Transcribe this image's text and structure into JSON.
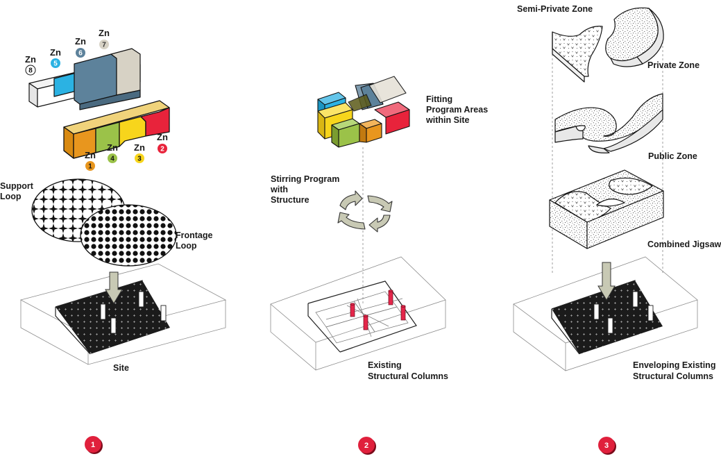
{
  "zones": [
    {
      "key": "zone-1",
      "prefix": "Zn",
      "number": "1",
      "color": "#e8961e"
    },
    {
      "key": "zone-2",
      "prefix": "Zn",
      "number": "2",
      "color": "#e8233b"
    },
    {
      "key": "zone-3",
      "prefix": "Zn",
      "number": "3",
      "color": "#f7d51c"
    },
    {
      "key": "zone-4",
      "prefix": "Zn",
      "number": "4",
      "color": "#9bc249"
    },
    {
      "key": "zone-5",
      "prefix": "Zn",
      "number": "5",
      "color": "#2bb2e3"
    },
    {
      "key": "zone-6",
      "prefix": "Zn",
      "number": "6",
      "color": "#5d829b"
    },
    {
      "key": "zone-7",
      "prefix": "Zn",
      "number": "7",
      "color": "#d7d2c5"
    },
    {
      "key": "zone-8",
      "prefix": "Zn",
      "number": "8",
      "color": "#ffffff"
    }
  ],
  "panel1": {
    "support_loop": [
      "Support",
      "Loop"
    ],
    "frontage_loop": [
      "Frontage",
      "Loop"
    ],
    "site": "Site",
    "step": "1"
  },
  "panel2": {
    "fitting": [
      "Fitting",
      "Program Areas",
      "within Site"
    ],
    "stirring": [
      "Stirring Program",
      "with",
      "Structure"
    ],
    "existing": [
      "Existing",
      "Structural Columns"
    ],
    "step": "2"
  },
  "panel3": {
    "semi_private": "Semi-Private Zone",
    "private": "Private Zone",
    "public": "Public Zone",
    "combined": "Combined Jigsaw",
    "enveloping": [
      "Enveloping Existing",
      "Structural Columns"
    ],
    "step": "3"
  },
  "colors": {
    "step_badge": "#e0203c",
    "arrow_fill": "#c8c9b4",
    "column_red": "#e4264a",
    "ink": "#1a1a1a"
  }
}
